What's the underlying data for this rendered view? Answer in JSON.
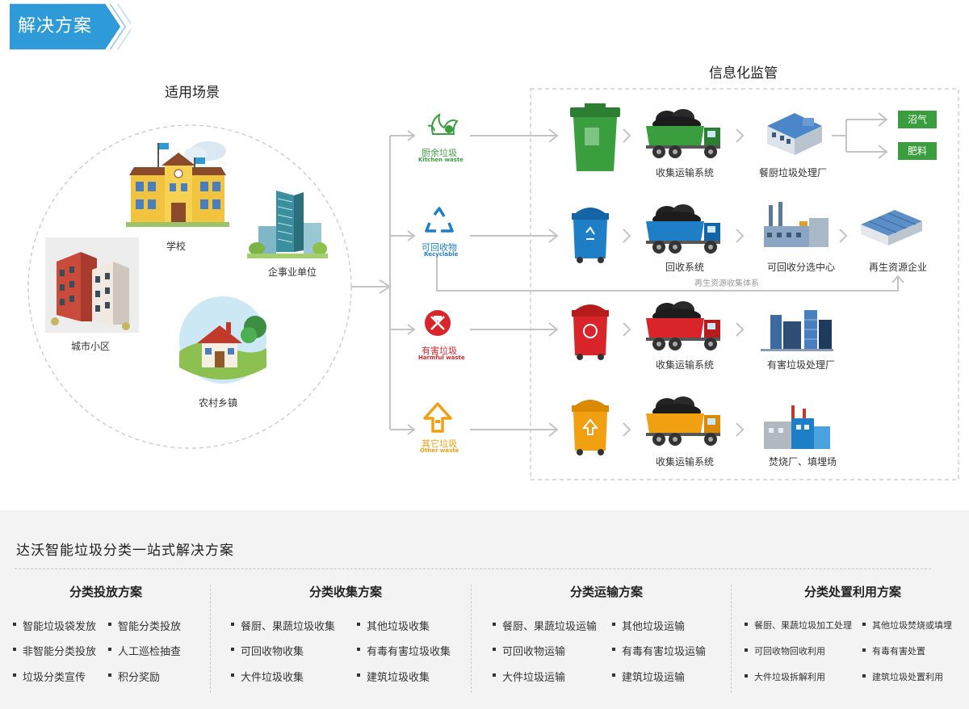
{
  "header": {
    "title": "解决方案"
  },
  "scenes": {
    "title": "适用场景",
    "items": [
      "学校",
      "企事业单位",
      "城市小区",
      "农村乡镇"
    ]
  },
  "supervision": {
    "title": "信息化监管"
  },
  "categories": [
    {
      "cn": "厨余垃圾",
      "en": "Kitchen waste",
      "color": "#3a9e3f",
      "steps": [
        "收集运输系统",
        "餐厨垃圾处理厂"
      ],
      "outputs": [
        "沼气",
        "肥料"
      ]
    },
    {
      "cn": "可回收物",
      "en": "Recyclable",
      "color": "#1f7fc6",
      "steps": [
        "回收系统",
        "可回收分选中心",
        "再生资源企业"
      ],
      "note": "再生资源收集体系"
    },
    {
      "cn": "有害垃圾",
      "en": "Harmful waste",
      "color": "#d9242a",
      "steps": [
        "收集运输系统",
        "有害垃圾处理厂"
      ]
    },
    {
      "cn": "其它垃圾",
      "en": "Other waste",
      "color": "#f0a010",
      "steps": [
        "收集运输系统",
        "焚烧厂、填埋场"
      ]
    }
  ],
  "panel": {
    "title": "达沃智能垃圾分类一站式解决方案",
    "columns": [
      {
        "title": "分类投放方案",
        "items": [
          "智能垃圾袋发放",
          "智能分类投放",
          "非智能分类投放",
          "人工巡检抽查",
          "垃圾分类宣传",
          "积分奖励"
        ]
      },
      {
        "title": "分类收集方案",
        "items": [
          "餐厨、果蔬垃圾收集",
          "其他垃圾收集",
          "可回收物收集",
          "有毒有害垃圾收集",
          "大件垃圾收集",
          "建筑垃圾收集"
        ]
      },
      {
        "title": "分类运输方案",
        "items": [
          "餐厨、果蔬垃圾运输",
          "其他垃圾运输",
          "可回收物运输",
          "有毒有害垃圾运输",
          "大件垃圾运输",
          "建筑垃圾运输"
        ]
      },
      {
        "title": "分类处置利用方案",
        "items": [
          "餐厨、果蔬垃圾加工处理",
          "其他垃圾焚烧或填埋",
          "可回收物回收利用",
          "有毒有害处置",
          "大件垃圾拆解利用",
          "建筑垃圾处置利用"
        ]
      }
    ]
  }
}
